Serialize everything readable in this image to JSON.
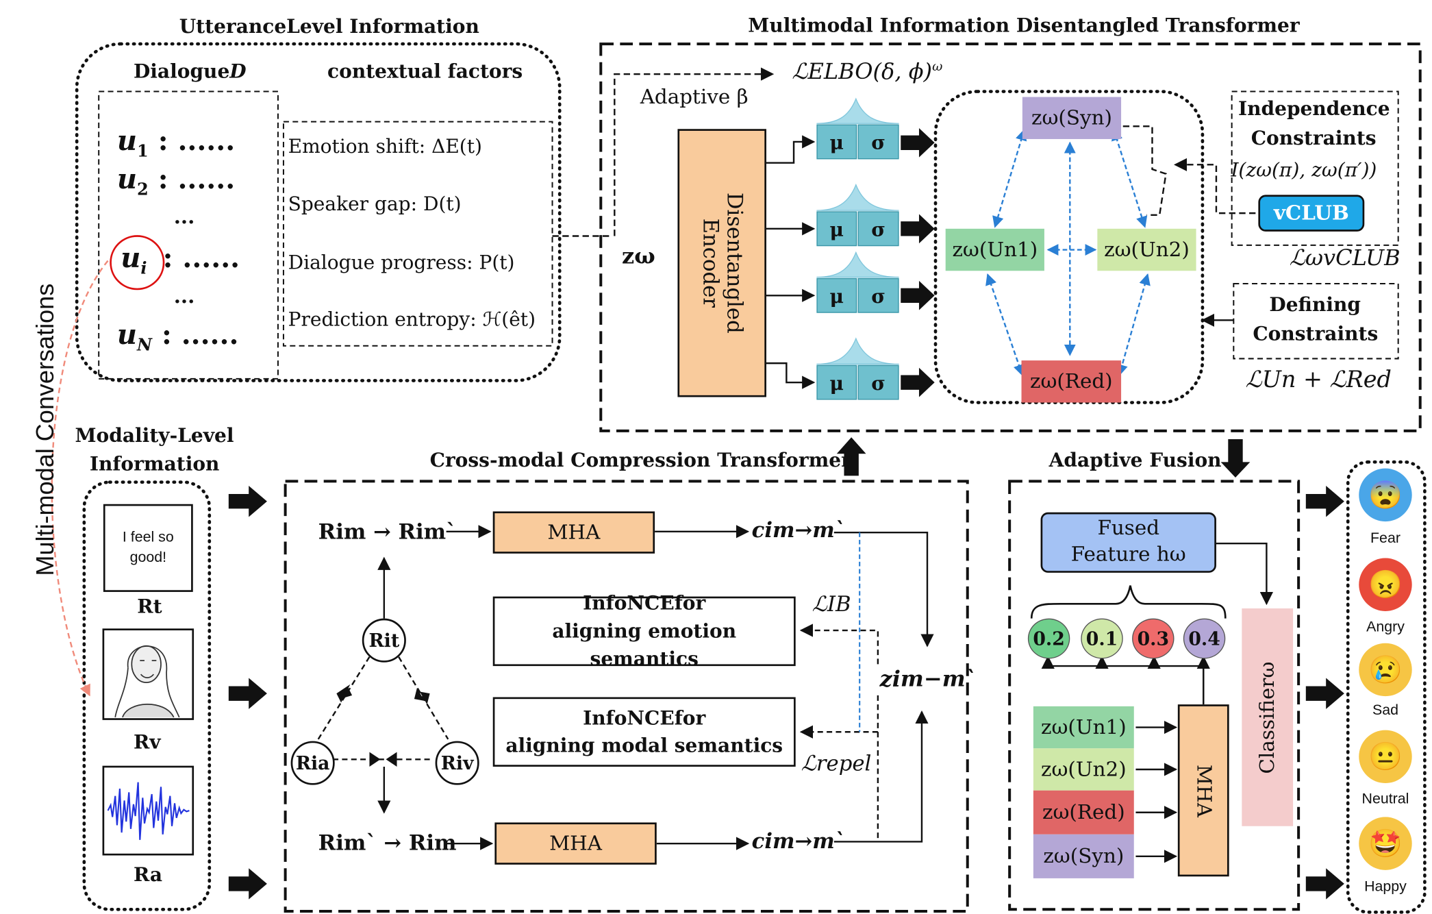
{
  "titles": {
    "utterance": "UtteranceLevel Information",
    "midt": "Multimodal Information Disentangled Transformer",
    "modality_line1": "Modality-Level",
    "modality_line2": "Information",
    "ccmt": "Cross-modal Compression Transformer",
    "fusion": "Adaptive Fusion",
    "side": "Multi-modal Conversations"
  },
  "dialogue": {
    "header": "Dialogue",
    "header_var": "D",
    "ctx_header": "contextual factors",
    "dots": ": ......",
    "vdots": "...",
    "utterances": [
      "u1",
      "u2",
      "ui",
      "uN"
    ],
    "utterance_subs": [
      "1",
      "2",
      "i",
      "N"
    ],
    "factors": [
      "Emotion shift: ΔE(t)",
      "Speaker gap: D(t)",
      "Dialogue progress: P(t)",
      "Prediction entropy: ℋ(êt)"
    ]
  },
  "midt": {
    "elbo": "ℒELBO(δ, ϕ)",
    "elbo_sup": "ω",
    "adaptive_beta": "Adaptive β",
    "zw": "zω",
    "encoder_line1": "Disentangled",
    "encoder_line2": "Encoder",
    "mu": "μ",
    "sigma": "σ",
    "z_syn": "zω(Syn)",
    "z_un1": "zω(Un1)",
    "z_un2": "zω(Un2)",
    "z_red": "zω(Red)",
    "indep_line1": "Independence",
    "indep_line2": "Constraints",
    "indep_formula": "I(zω(π), zω(π′))",
    "vclub": "vCLUB",
    "lvclub": "ℒωvCLUB",
    "defining_line1": "Defining",
    "defining_line2": "Constraints",
    "lun_red": "ℒUn + ℒRed"
  },
  "modality": {
    "text_card": "I feel so good!",
    "rt": "Rt",
    "rv": "Rv",
    "ra": "Ra"
  },
  "ccmt": {
    "top_eq": "Rim → Rim`",
    "bot_eq": "Rim` → Rim",
    "mha": "MHA",
    "c_top": "cim→m`",
    "c_bot": "cim→m`",
    "info1_line1": "InfoNCEfor",
    "info1_line2": "aligning emotion semantics",
    "info2_line1": "InfoNCEfor",
    "info2_line2": "aligning modal semantics",
    "lib": "ℒIB",
    "lrepel": "ℒrepel",
    "zmm": "zim−m`",
    "node_t": "Rit",
    "node_a": "Ria",
    "node_v": "Riv"
  },
  "fusion": {
    "fused_line1": "Fused",
    "fused_line2": "Feature hω",
    "weights": [
      "0.2",
      "0.1",
      "0.3",
      "0.4"
    ],
    "inputs": [
      "zω(Un1)",
      "zω(Un2)",
      "zω(Red)",
      "zω(Syn)"
    ],
    "mha": "MHA",
    "classifier": "Classifierω"
  },
  "emotions": [
    {
      "label": "Fear",
      "icon": "fear-face-icon",
      "glyph": "😨"
    },
    {
      "label": "Angry",
      "icon": "angry-face-icon",
      "glyph": "😠"
    },
    {
      "label": "Sad",
      "icon": "sad-face-icon",
      "glyph": "😢"
    },
    {
      "label": "Neutral",
      "icon": "neutral-face-icon",
      "glyph": "😐"
    },
    {
      "label": "Happy",
      "icon": "happy-face-icon",
      "glyph": "🤩"
    }
  ],
  "colors": {
    "encoder": "#f9cb9c",
    "mha": "#f9cb9c",
    "musigma": "#6fc0ce",
    "gauss": "#a9dcea",
    "syn": "#b4a7d6",
    "un1": "#93d5a4",
    "un2": "#cfe8a8",
    "red": "#e06666",
    "vclub": "#1fa8e8",
    "fused": "#a4c2f4",
    "classifier": "#f4cccc",
    "w1": "#6fcf8c",
    "w2": "#cfe8a8",
    "w3": "#ef6b6b",
    "w4": "#b4a7d6",
    "salmon": "#f08a7a",
    "blue_dash": "#2a7fd4"
  }
}
